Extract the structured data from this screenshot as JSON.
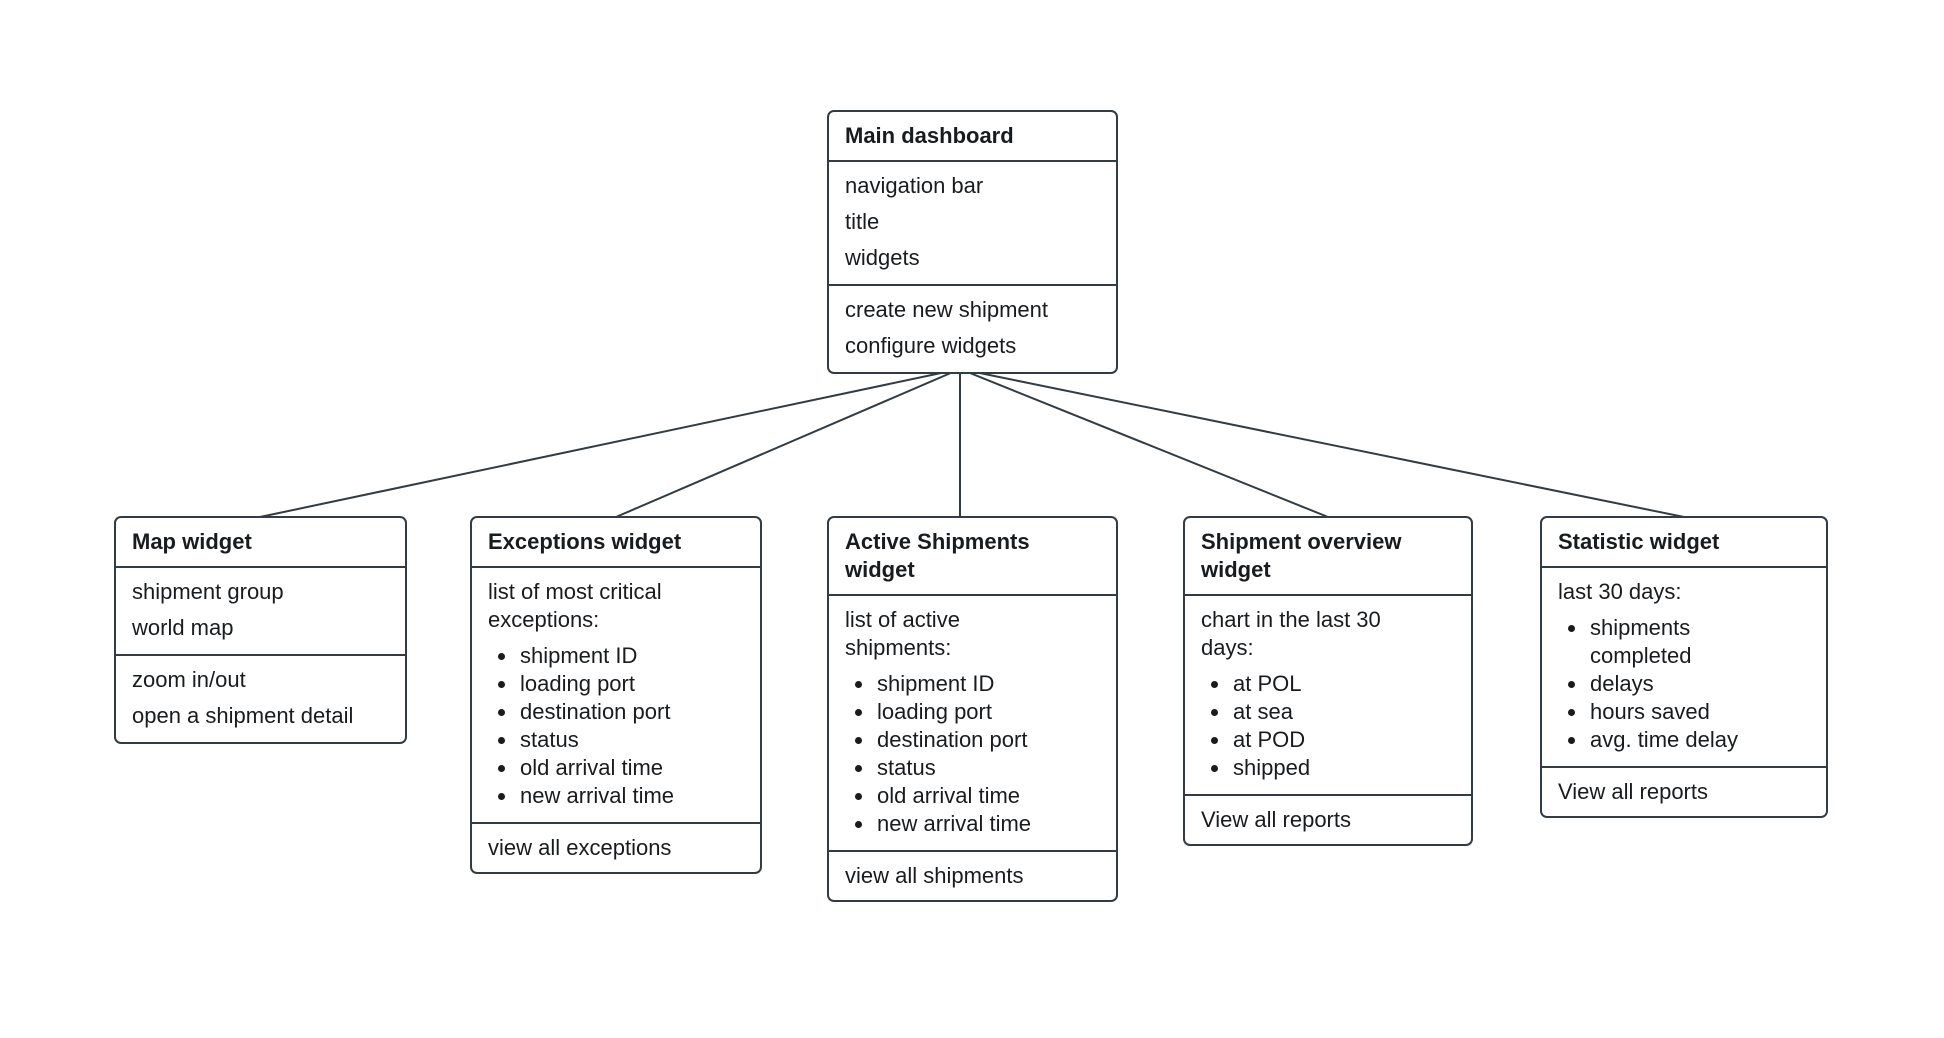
{
  "colors": {
    "stroke": "#313c44",
    "text": "#191c1f",
    "background": "#ffffff"
  },
  "nodes": {
    "main": {
      "title": "Main dashboard",
      "attributes": [
        "navigation bar",
        "title",
        "widgets"
      ],
      "actions": [
        "create new shipment",
        "configure widgets"
      ]
    },
    "map": {
      "title": "Map widget",
      "attributes": [
        "shipment group",
        "world map"
      ],
      "actions": [
        "zoom in/out",
        "open a shipment detail"
      ]
    },
    "exceptions": {
      "title": "Exceptions widget",
      "intro": "list of most critical exceptions:",
      "bullets": [
        "shipment ID",
        "loading port",
        "destination port",
        "status",
        "old arrival time",
        "new arrival time"
      ],
      "footer": "view all exceptions"
    },
    "active": {
      "title": "Active Shipments widget",
      "intro": "list of active shipments:",
      "bullets": [
        "shipment ID",
        "loading port",
        "destination port",
        "status",
        "old arrival time",
        "new arrival time"
      ],
      "footer": "view all shipments"
    },
    "overview": {
      "title": "Shipment overview widget",
      "intro": "chart in the last 30 days:",
      "bullets": [
        "at POL",
        "at sea",
        "at POD",
        "shipped"
      ],
      "footer": "View all reports"
    },
    "statistic": {
      "title": "Statistic widget",
      "intro": "last 30 days:",
      "bullets": [
        "shipments completed",
        "delays",
        "hours saved",
        "avg. time delay"
      ],
      "footer": "View all reports"
    }
  }
}
